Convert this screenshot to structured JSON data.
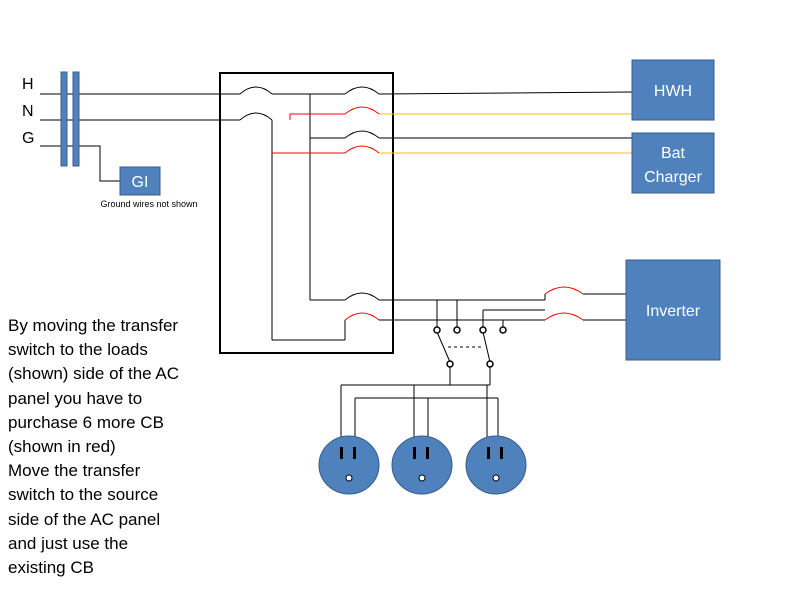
{
  "lines": {
    "hot": "H",
    "neutral": "N",
    "ground": "G"
  },
  "boxes": {
    "gi": "GI",
    "hwh": "HWH",
    "bat_charger": [
      "Bat",
      "Charger"
    ],
    "inverter": "Inverter"
  },
  "ground_note": "Ground wires not shown",
  "note_lines": [
    "By moving the transfer",
    "switch to the loads",
    "(shown) side of the AC",
    "panel you have to",
    "purchase 6 more CB",
    "(shown in red)",
    "Move the transfer",
    "switch to the source",
    "side of the AC panel",
    "and just use the",
    "existing CB"
  ],
  "colors": {
    "box_fill": "#4f81bd",
    "box_stroke": "#385d8a",
    "wire": "#000000",
    "added_breaker": "#ff0000",
    "neutral_to_load": "#ffc000"
  }
}
